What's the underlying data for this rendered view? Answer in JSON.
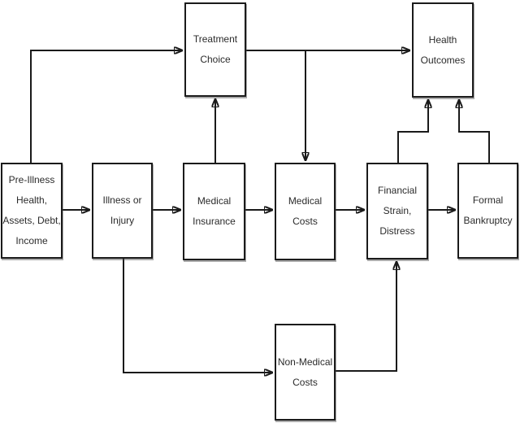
{
  "diagram": {
    "background_color": "#ffffff",
    "line_color": "#1a1a1a",
    "box_fill": "#ffffff",
    "box_border_color": "#1b1b1b",
    "nodes": {
      "pre_illness": {
        "label": "Pre-Illness\nHealth,\nAssets, Debt,\nIncome"
      },
      "illness_injury": {
        "label": "Illness or\nInjury"
      },
      "medical_insurance": {
        "label": "Medical\nInsurance"
      },
      "medical_costs": {
        "label": "Medical\nCosts"
      },
      "financial_strain": {
        "label": "Financial\nStrain,\nDistress"
      },
      "formal_bankruptcy": {
        "label": "Formal\nBankruptcy"
      },
      "treatment_choice": {
        "label": "Treatment\nChoice"
      },
      "health_outcomes": {
        "label": "Health\nOutcomes"
      },
      "non_medical_costs": {
        "label": "Non-Medical\nCosts"
      }
    },
    "edges": [
      {
        "from": "pre_illness",
        "to": "treatment_choice"
      },
      {
        "from": "pre_illness",
        "to": "illness_injury"
      },
      {
        "from": "illness_injury",
        "to": "medical_insurance"
      },
      {
        "from": "medical_insurance",
        "to": "medical_costs"
      },
      {
        "from": "medical_costs",
        "to": "financial_strain"
      },
      {
        "from": "financial_strain",
        "to": "formal_bankruptcy"
      },
      {
        "from": "medical_insurance",
        "to": "treatment_choice"
      },
      {
        "from": "treatment_choice",
        "to": "health_outcomes"
      },
      {
        "from": "treatment_choice",
        "to": "medical_costs"
      },
      {
        "from": "illness_injury",
        "to": "non_medical_costs"
      },
      {
        "from": "non_medical_costs",
        "to": "financial_strain"
      },
      {
        "from": "financial_strain",
        "to": "health_outcomes"
      },
      {
        "from": "formal_bankruptcy",
        "to": "health_outcomes"
      }
    ]
  }
}
